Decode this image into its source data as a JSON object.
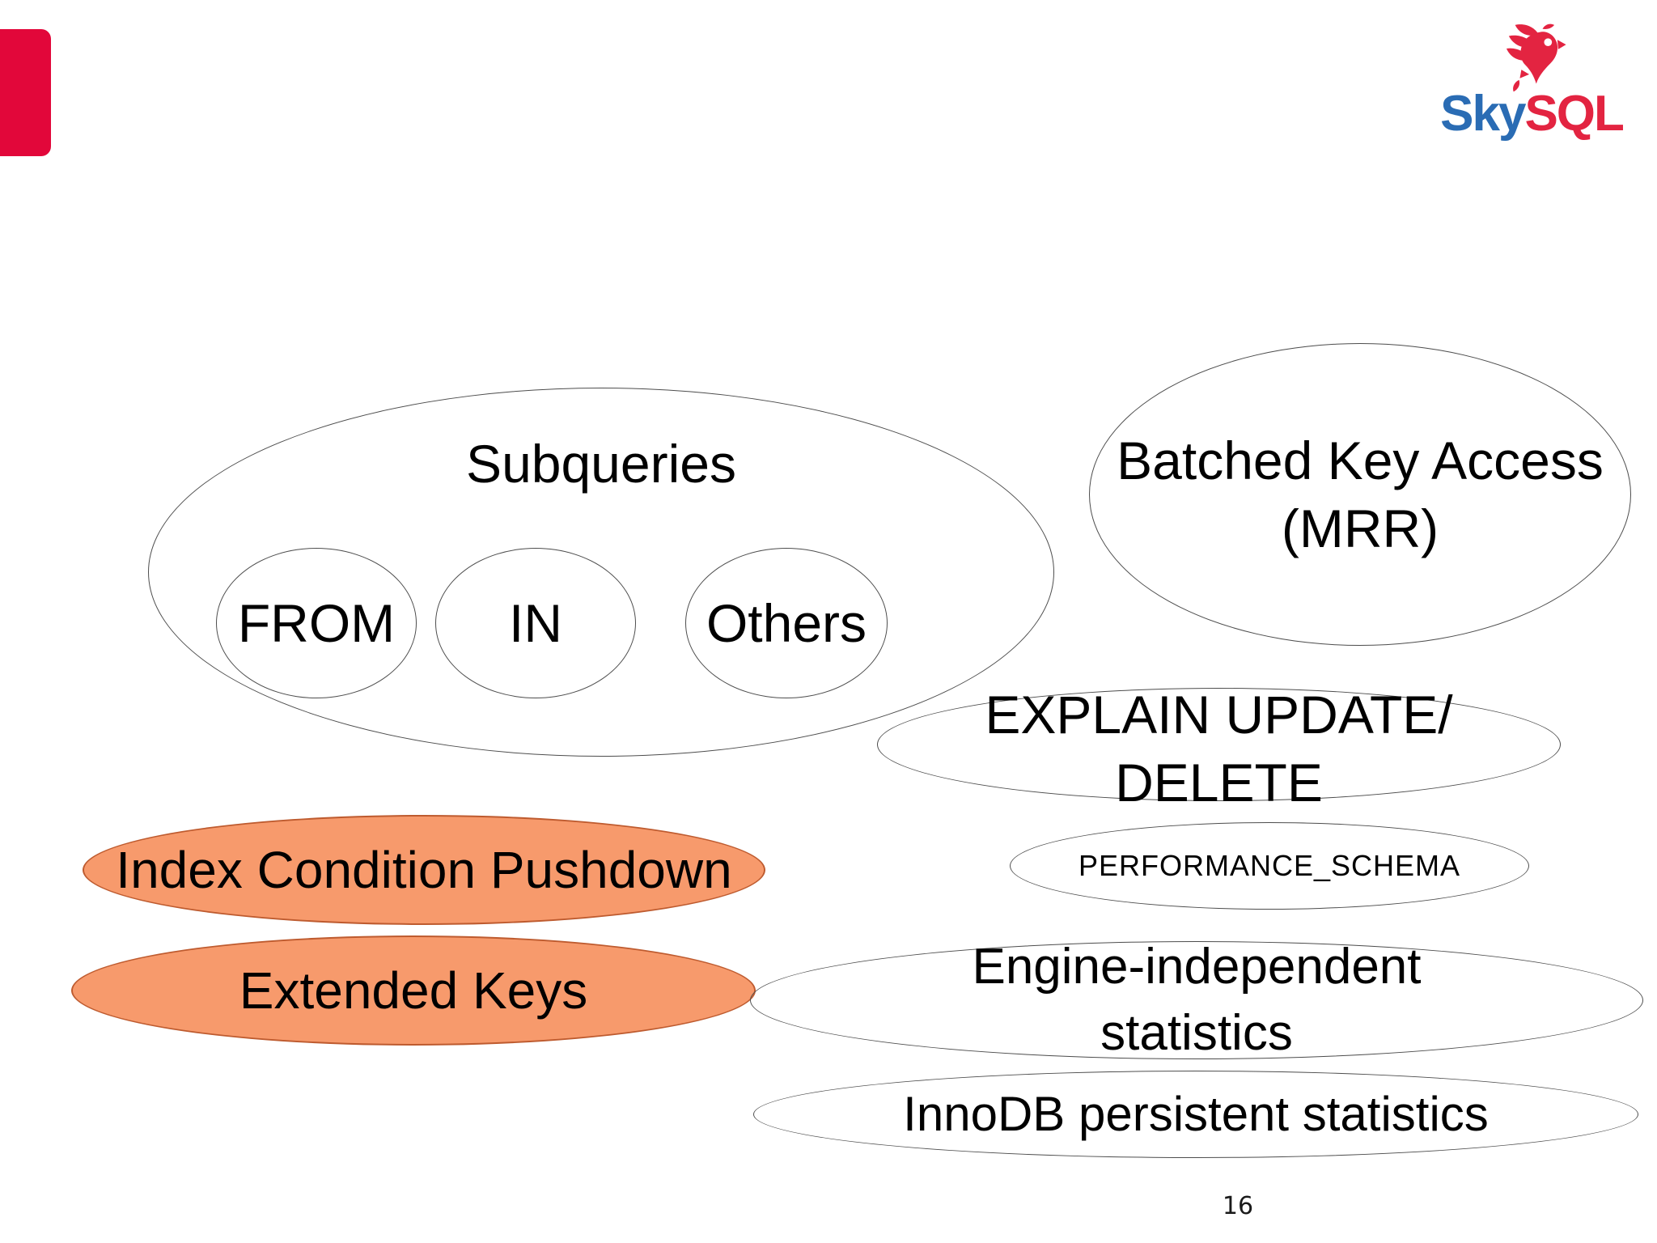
{
  "slide": {
    "page_number": "16"
  },
  "logo": {
    "sky": "Sky",
    "sql": "SQL",
    "bird_icon": "skysql-bird-icon"
  },
  "diagram": {
    "subqueries": {
      "label": "Subqueries"
    },
    "from": {
      "label": "FROM"
    },
    "in": {
      "label": "IN"
    },
    "others": {
      "label": "Others"
    },
    "batched_key_access": {
      "line1": "Batched Key Access",
      "line2": "(MRR)"
    },
    "explain_update_delete": {
      "line1": "EXPLAIN UPDATE/",
      "line2": "DELETE"
    },
    "performance_schema": {
      "label": "PERFORMANCE_SCHEMA"
    },
    "index_condition_pushdown": {
      "label": "Index Condition Pushdown"
    },
    "extended_keys": {
      "label": "Extended Keys"
    },
    "engine_independent_statistics": {
      "line1": "Engine-independent",
      "line2": "statistics"
    },
    "innodb_persistent_statistics": {
      "label": "InnoDB persistent statistics"
    }
  },
  "colors": {
    "accent_red": "#e2073a",
    "logo_blue": "#2a6cb4",
    "logo_red": "#e32441",
    "orange_fill": "#f79a6c",
    "orange_stroke": "#be5b2f",
    "ellipse_stroke": "#4d4d4d"
  }
}
